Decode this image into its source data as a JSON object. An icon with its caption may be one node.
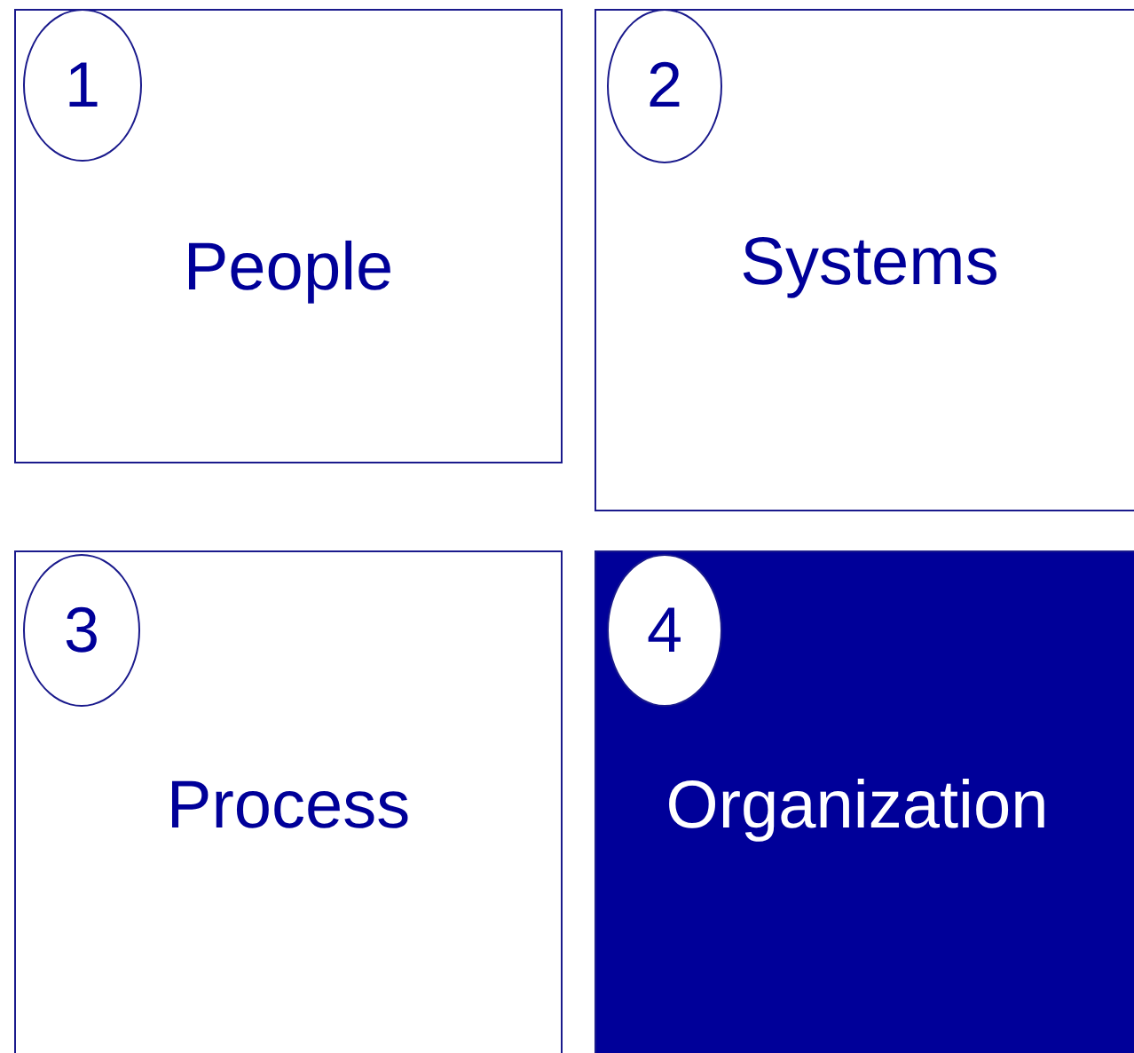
{
  "diagram": {
    "nodes": [
      {
        "text": [
          "People"
        ]
      },
      {
        "text": [
          "1"
        ],
        "in": 0
      },
      {
        "text": [
          "Systems"
        ]
      },
      {
        "text": [
          "2"
        ],
        "in": 2
      },
      {
        "text": [
          "Process"
        ]
      },
      {
        "text": [
          "3"
        ],
        "in": 4
      },
      {
        "text": [
          "Organization"
        ]
      },
      {
        "text": [
          "4"
        ],
        "in": 6
      }
    ]
  }
}
